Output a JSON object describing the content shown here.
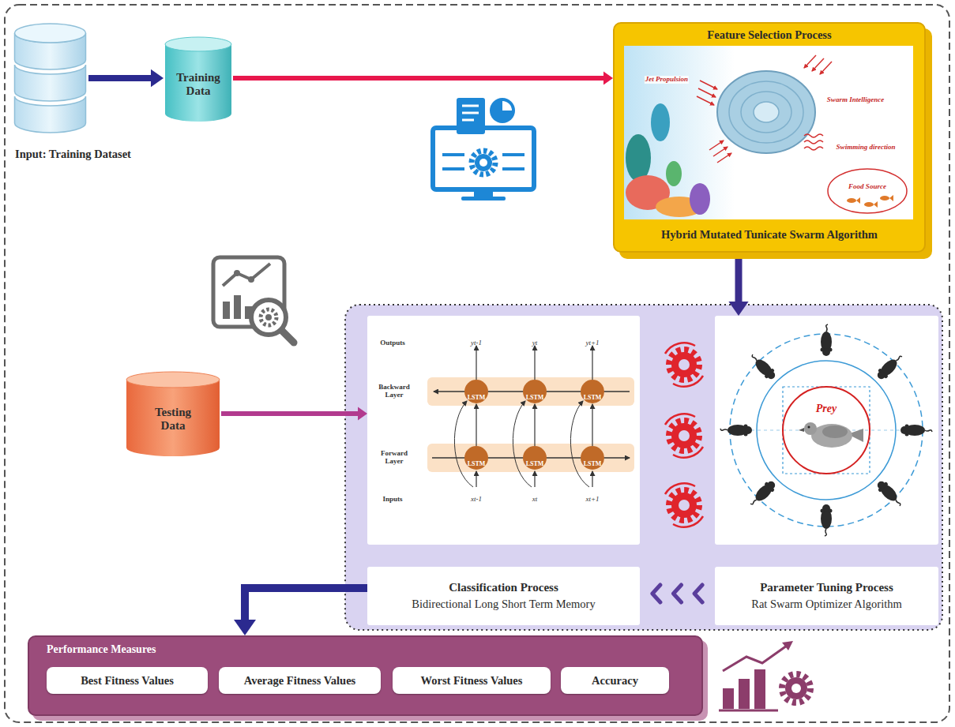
{
  "diagram": {
    "nodes": [
      {
        "text": [
          "Input: Training Dataset"
        ]
      },
      {
        "text": [
          "Training Data"
        ]
      },
      {
        "text": [
          "Feature Selection Process",
          "Hybrid Mutated Tunicate Swarm Algorithm"
        ]
      },
      {
        "text": [
          "Testing Data"
        ]
      },
      {
        "text": [
          "Classification Process",
          "Bidirectional Long Short Term Memory"
        ]
      },
      {
        "text": [
          "Parameter Tuning Process",
          "Rat Swarm Optimizer Algorithm"
        ]
      },
      {
        "text": [
          "Performance Measures"
        ]
      },
      {
        "text": [
          "Best Fitness Values"
        ],
        "in": 6
      },
      {
        "text": [
          "Average Fitness Values"
        ],
        "in": 6
      },
      {
        "text": [
          "Worst Fitness Values"
        ],
        "in": 6
      },
      {
        "text": [
          "Accuracy"
        ],
        "in": 6
      }
    ],
    "edges": [
      {
        "from": 0,
        "to": 1,
        "arrow": "to"
      },
      {
        "from": 1,
        "to": 2,
        "arrow": "to"
      },
      {
        "from": 2,
        "to": 5,
        "arrow": "to"
      },
      {
        "from": 3,
        "to": 4,
        "arrow": "to"
      },
      {
        "from": 5,
        "to": 4,
        "arrow": "to"
      },
      {
        "from": 4,
        "to": 6,
        "arrow": "to"
      }
    ],
    "labels": [
      "Jet Propulsion",
      "Swarm Intelligence",
      "Swimming direction",
      "Food Source",
      "Outputs",
      "Backward Layer",
      "Forward Layer",
      "Inputs",
      "yt-1",
      "yt",
      "yt+1",
      "LSTM",
      "LSTM",
      "LSTM",
      "LSTM",
      "LSTM",
      "LSTM",
      "xt-1",
      "xt",
      "xt+1",
      "Prey"
    ]
  }
}
